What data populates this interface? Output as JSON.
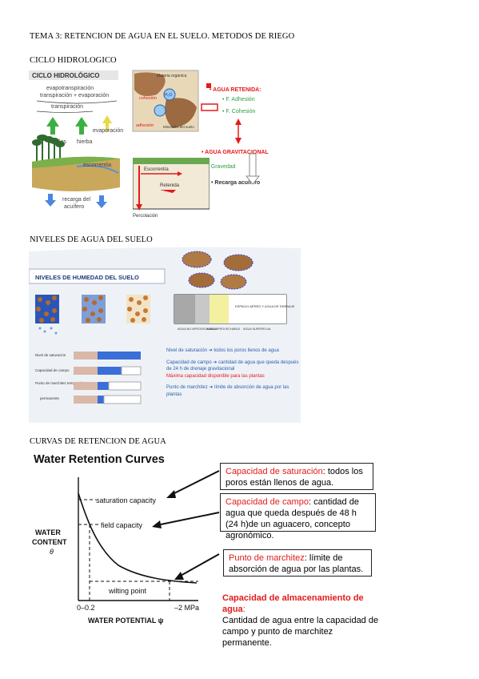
{
  "headings": {
    "title": "TEMA 3: RETENCION DE AGUA EN EL SUELO. METODOS DE RIEGO",
    "section1": "CICLO HIDROLOGICO",
    "section2": "NIVELES DE AGUA DEL SUELO",
    "section3": "CURVAS DE RETENCION DE AGUA"
  },
  "ciclo": {
    "title": "CICLO HIDROLÓGICO",
    "evapotranspiracion": "evapotranspiración",
    "transp_evap": "transpiración + evaporación",
    "transpiracion": "transpiración",
    "arboles": "árboles",
    "hierba": "hierba",
    "evaporacion": "evaporación",
    "escorrentia": "escorrentía",
    "recarga1": "recarga del",
    "recarga2": "acuífero",
    "materia_organica": "Materia orgánica",
    "cohesion": "cohesión",
    "h2o": "H₂O",
    "adhesion": "adhesión",
    "minerales": "Minerales del suelo",
    "agua_retenida": "• AGUA RETENIDA:",
    "f_adhesion": "• F. Adhesión",
    "f_cohesion": "• F. Cohesión",
    "agua_gravitacional": "• AGUA GRAVITACIONAL",
    "f_gravedad": "• F. Gravedad",
    "recarga_acuifero": "• Recarga acuífero",
    "escorrentia2": "Escorrentía",
    "retenida": "Retenida",
    "percolacion": "Percolación"
  },
  "niveles": {
    "title": "NIVELES DE HUMEDAD DEL SUELO",
    "saturacion_lbl": "Nivel de saturación",
    "campo_lbl": "Capacidad de campo",
    "marchitez_lbl": "Punto de marchitez temporal",
    "permanente_lbl": "permanente",
    "sat_text": "Nivel de saturación ➜ todos los poros llenos de agua",
    "campo_text": "Capacidad de campo ➜ cantidad de agua que queda después de 24 h de drenaje gravitacional",
    "campo_red": "Máxima capacidad disponible para las plantas",
    "marchitez_text": "Punto de marchitez ➜ límite de absorción de agua por las plantas",
    "agua_no_aprov": "AGUA NO APROVECHABLE",
    "agua_aprov": "AGUA APROVECHABLE",
    "agua_superflua": "AGUA SUPERFLUA",
    "espacio_aereo": "ESPACIO AÉREO Y AGUA DE DRENAJE"
  },
  "wrc": {
    "title": "Water Retention Curves",
    "saturation": "saturation capacity",
    "field": "field capacity",
    "wilting": "wilting point",
    "ylabel1": "WATER",
    "ylabel2": "CONTENT",
    "ylabel3": "θ",
    "x0": "0–0.2",
    "x1": "–2 MPa",
    "xlabel": "WATER POTENTIAL ψ",
    "box1_red": "Capacidad de saturación",
    "box1_rest": ": todos los poros están llenos de agua.",
    "box2_red": "Capacidad de campo",
    "box2_rest": ": cantidad de agua que queda después de 48 h (24 h)de un aguacero, concepto agronómico.",
    "box3_red": "Punto de marchitez",
    "box3_rest": ": límite de absorción de agua por las plantas.",
    "box4_red": "Capacidad de almacenamiento de agua",
    "box4_colon": ":",
    "box4_rest": "Cantidad de agua entre la capacidad de campo y punto de marchitez permanente."
  },
  "colors": {
    "red": "#e31b1b",
    "blue": "#3a6fd8",
    "green": "#2ea043",
    "panel_bg": "#eef2f7"
  }
}
